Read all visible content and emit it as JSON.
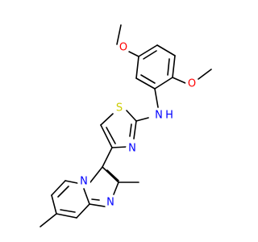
{
  "molecule": {
    "atoms": {
      "o_top": "O",
      "o_right": "O",
      "n_amine": "N",
      "h_amine": "H",
      "s_thiazole": "S",
      "n_thiazole": "N",
      "n_bridge": "N",
      "n_imidazole": "N"
    },
    "colors": {
      "O": "#ff0000",
      "N": "#0000ff",
      "S": "#cccc00",
      "bond": "#000000",
      "background": "#ffffff"
    }
  }
}
